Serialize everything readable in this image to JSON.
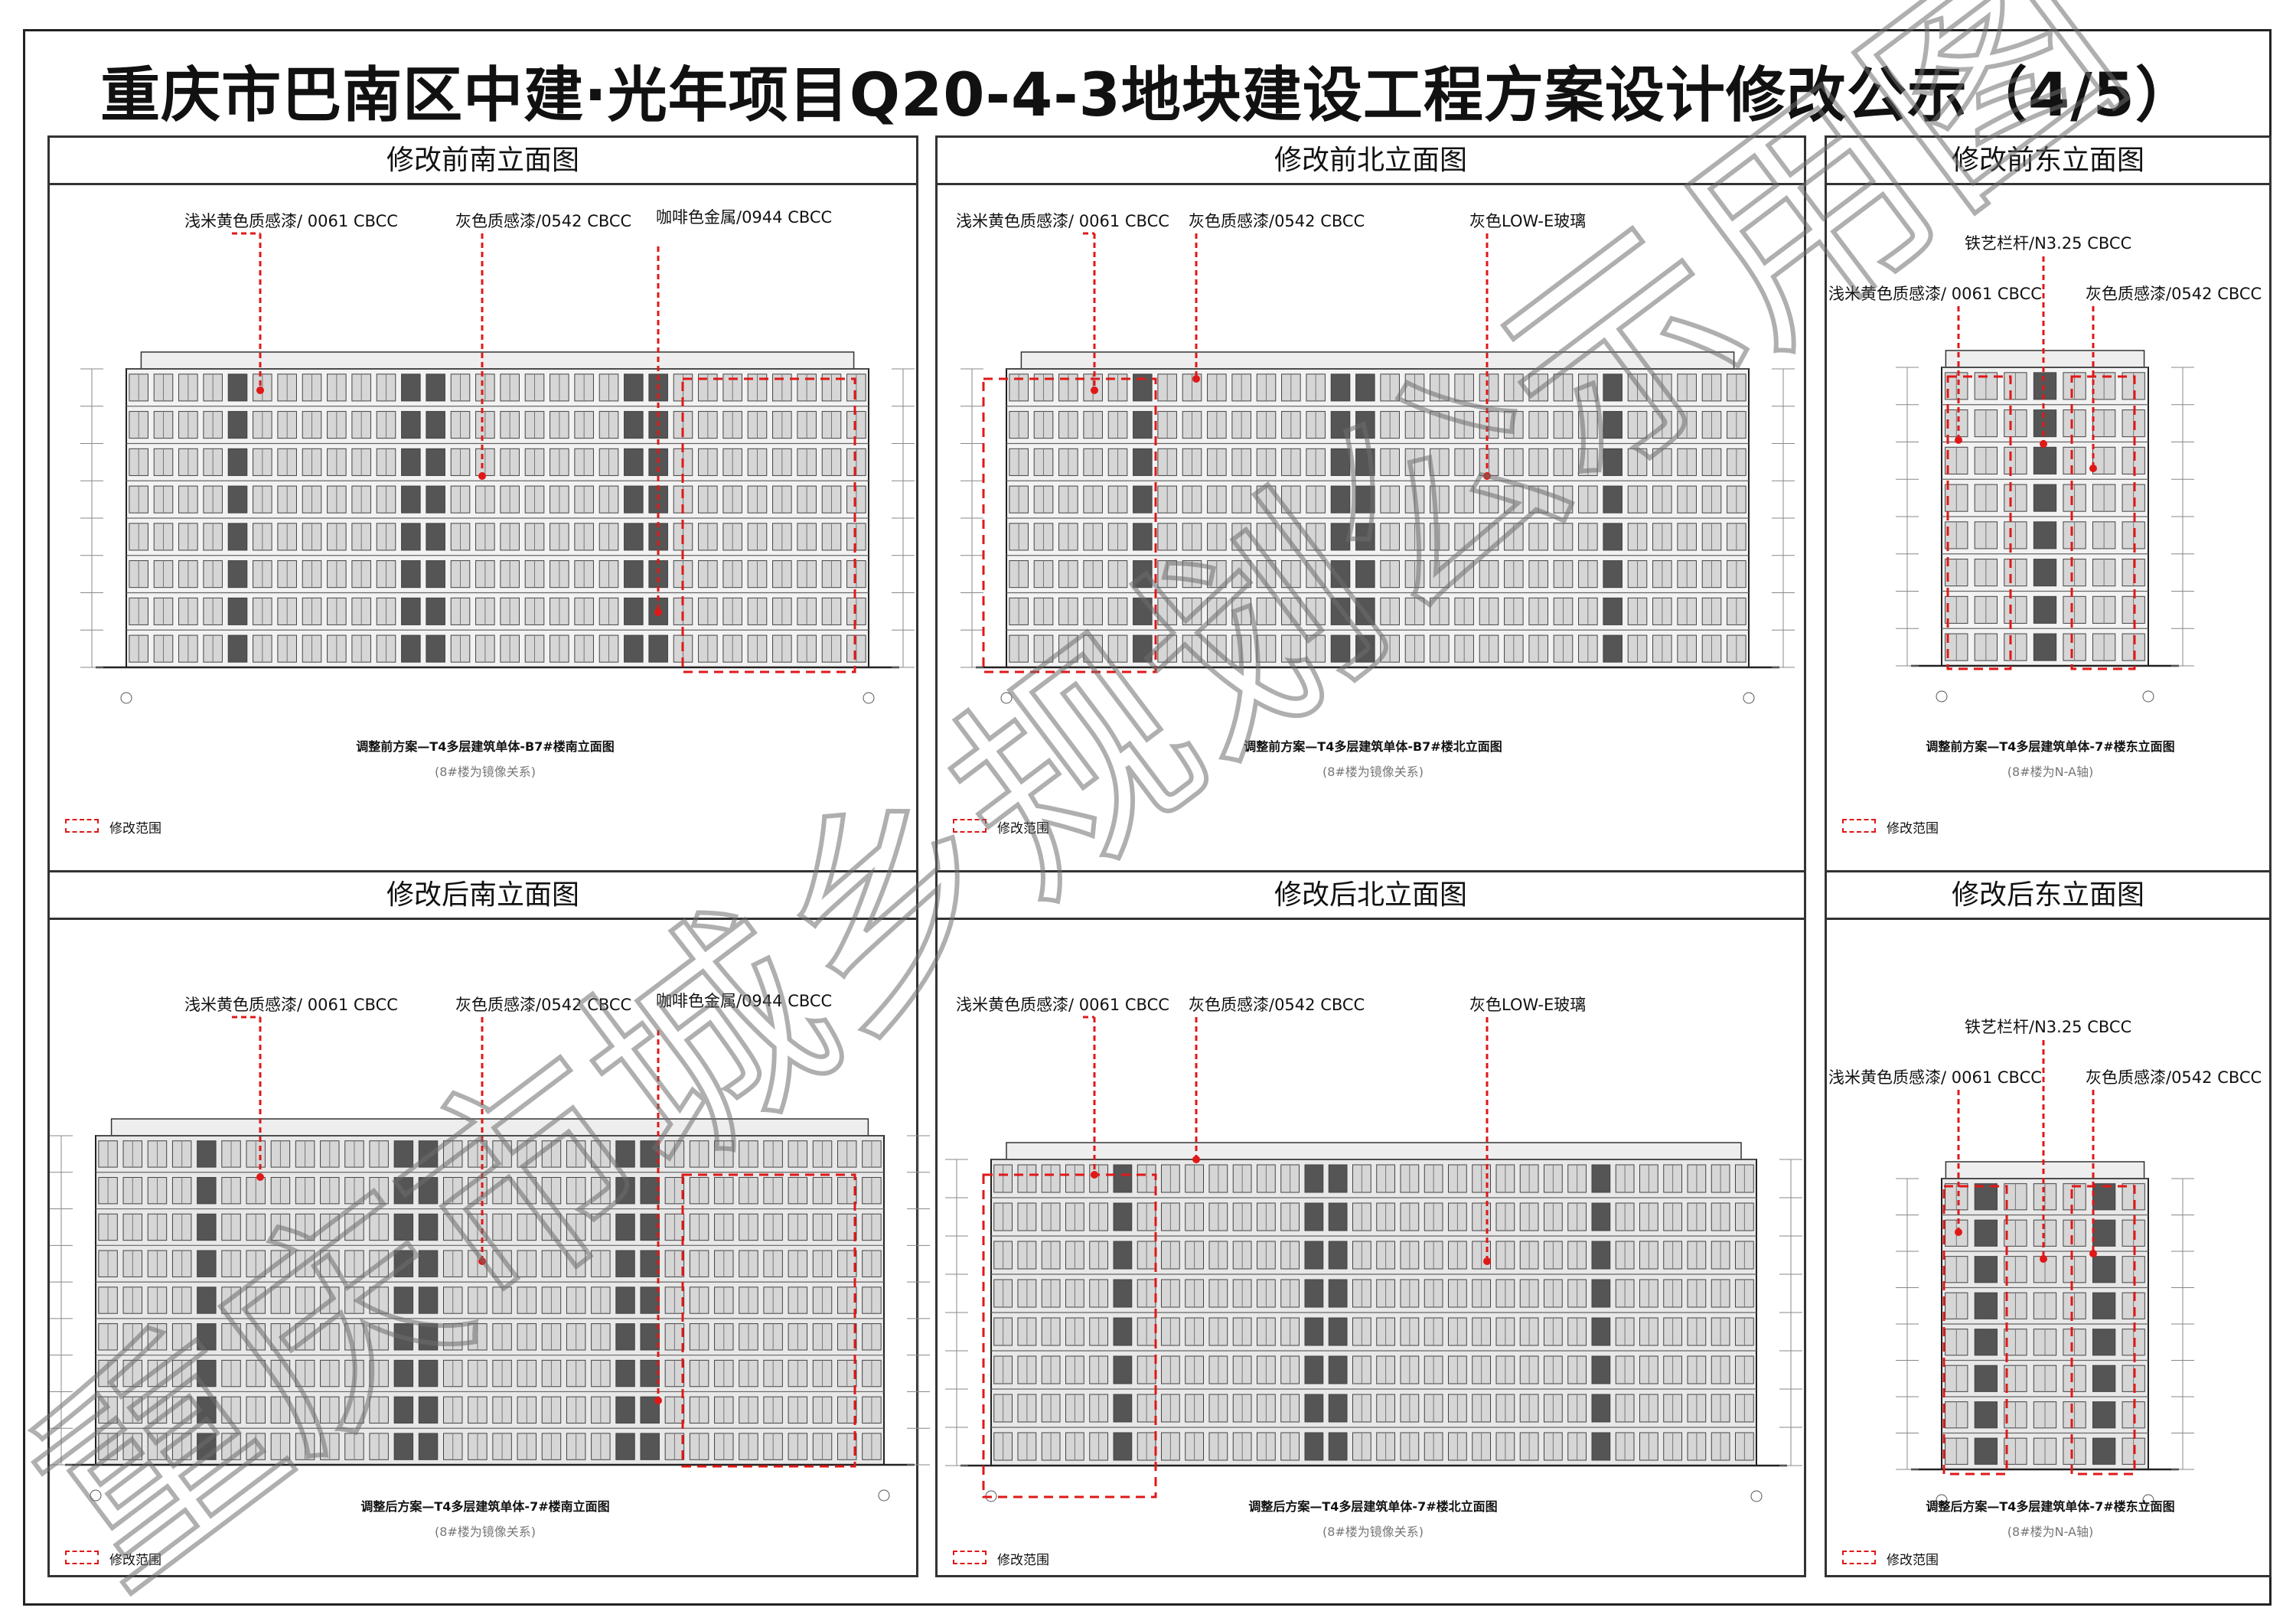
{
  "title": "重庆市巴南区中建·光年项目Q20-4-3地块建设工程方案设计修改公示（4/5）",
  "watermark": "重庆市城乡规划公示用图",
  "legend_label": "修改范围",
  "colors": {
    "highlight": "#e01818",
    "frame": "#222222",
    "watermark": "rgba(120,120,120,0.55)"
  },
  "panels": [
    {
      "title": "修改前南立面图",
      "labels": [
        "浅米黄色质感漆/ 0061 CBCC",
        "灰色质感漆/0542 CBCC",
        "咖啡色金属/0944 CBCC"
      ],
      "caption": "调整前方案—T4多层建筑单体-B7#楼南立面图",
      "subcaption": "(8#楼为镜像关系)"
    },
    {
      "title": "修改前北立面图",
      "labels": [
        "浅米黄色质感漆/ 0061 CBCC",
        "灰色质感漆/0542 CBCC",
        "灰色LOW-E玻璃"
      ],
      "caption": "调整前方案—T4多层建筑单体-B7#楼北立面图",
      "subcaption": "(8#楼为镜像关系)"
    },
    {
      "title": "修改前东立面图",
      "labels": [
        "铁艺栏杆/N3.25 CBCC",
        "浅米黄色质感漆/ 0061 CBCC",
        "灰色质感漆/0542 CBCC"
      ],
      "caption": "调整前方案—T4多层建筑单体-7#楼东立面图",
      "subcaption": "(8#楼为N-A轴)"
    },
    {
      "title": "修改后南立面图",
      "labels": [
        "浅米黄色质感漆/ 0061 CBCC",
        "灰色质感漆/0542 CBCC",
        "咖啡色金属/0944 CBCC"
      ],
      "caption": "调整后方案—T4多层建筑单体-7#楼南立面图",
      "subcaption": "(8#楼为镜像关系)"
    },
    {
      "title": "修改后北立面图",
      "labels": [
        "浅米黄色质感漆/ 0061 CBCC",
        "灰色质感漆/0542 CBCC",
        "灰色LOW-E玻璃"
      ],
      "caption": "调整后方案—T4多层建筑单体-7#楼北立面图",
      "subcaption": "(8#楼为镜像关系)"
    },
    {
      "title": "修改后东立面图",
      "labels": [
        "铁艺栏杆/N3.25 CBCC",
        "浅米黄色质感漆/ 0061 CBCC",
        "灰色质感漆/0542 CBCC"
      ],
      "caption": "调整后方案—T4多层建筑单体-7#楼东立面图",
      "subcaption": "(8#楼为N-A轴)"
    }
  ]
}
